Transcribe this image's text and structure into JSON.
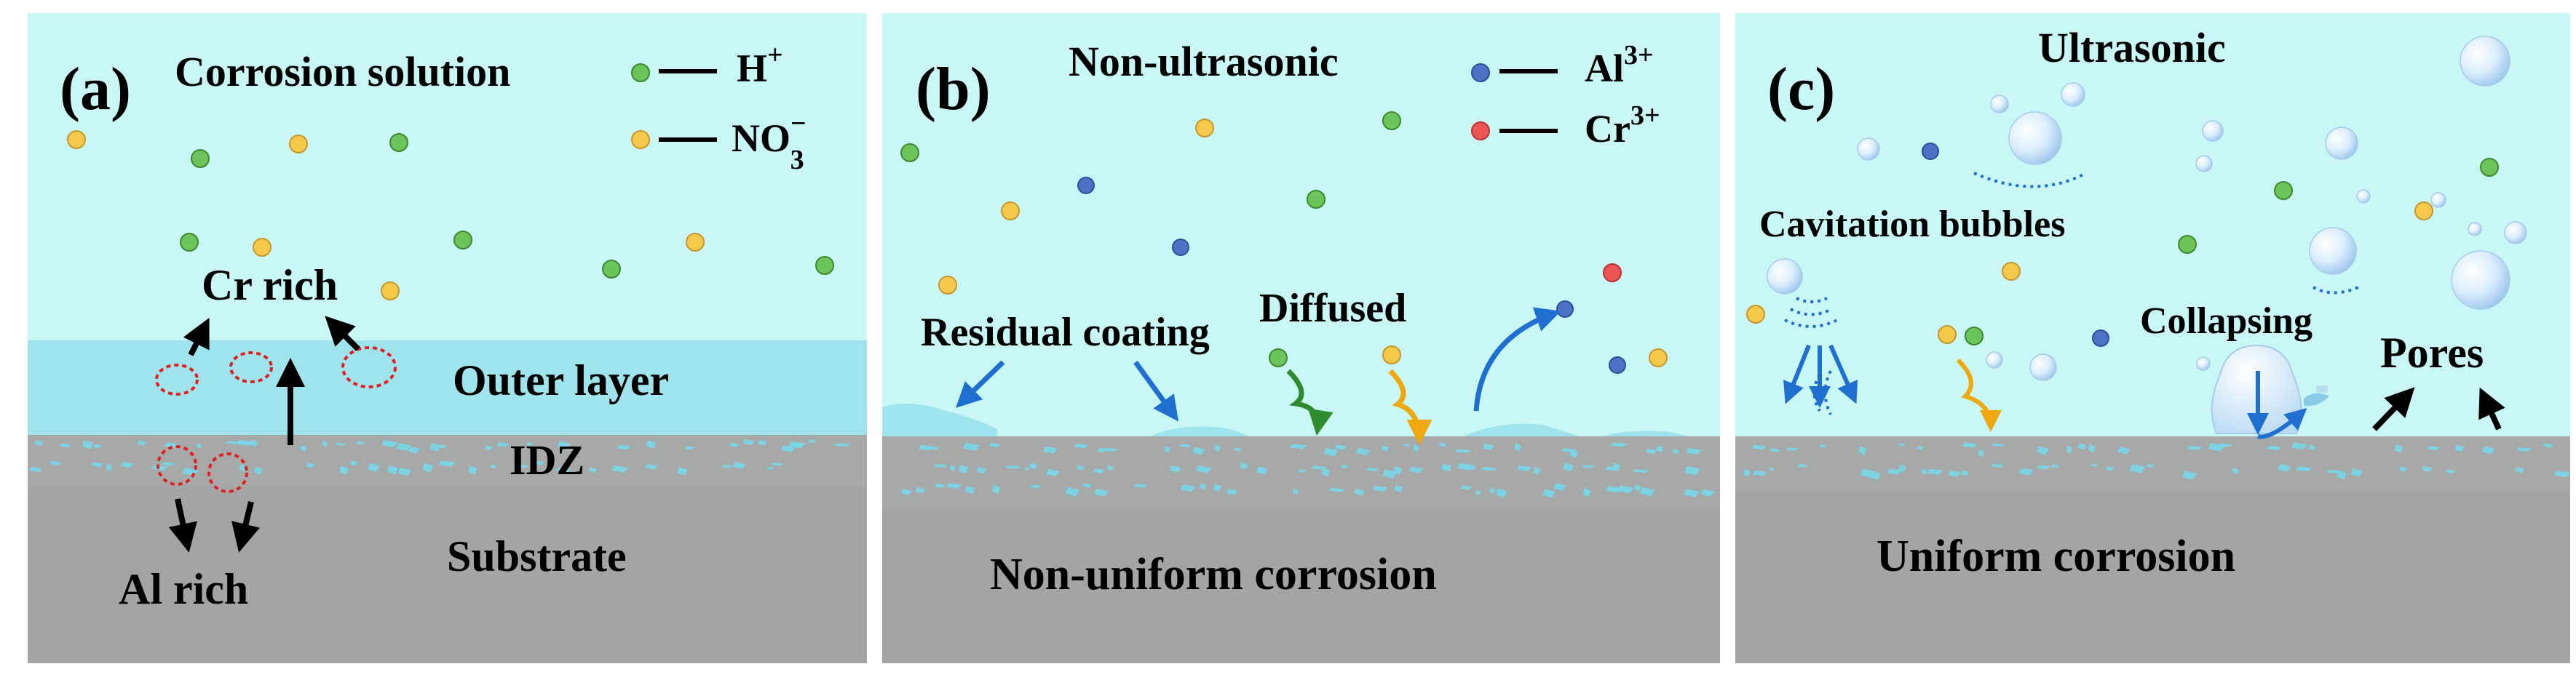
{
  "colors": {
    "solution": "#c9f7f6",
    "outer_layer": "#9fe4ec",
    "idz": "#a7a9a9",
    "substrate": "#a4a4a4",
    "fragment": "#7cd3e3",
    "green_ion": "#6dc45a",
    "yellow_ion": "#f4c94c",
    "blue_ion": "#4d72c6",
    "red_ion": "#ee5555",
    "arrow_blue": "#1f6fd0",
    "arrow_green": "#2e8b2e",
    "arrow_orange": "#f0a810"
  },
  "panel_a": {
    "label": "(a)",
    "title": "Corrosion solution",
    "legend": [
      {
        "text": "H",
        "superscript": "+",
        "subscript": ""
      },
      {
        "text": "NO",
        "superscript": "−",
        "subscript": "3"
      }
    ],
    "cr_rich": "Cr rich",
    "outer_layer": "Outer layer",
    "idz": "IDZ",
    "substrate": "Substrate",
    "al_rich": "Al rich"
  },
  "panel_b": {
    "label": "(b)",
    "title": "Non-ultrasonic",
    "legend": [
      {
        "text": "Al",
        "superscript": "3+"
      },
      {
        "text": "Cr",
        "superscript": "3+"
      }
    ],
    "residual_coating": "Residual coating",
    "diffused": "Diffused",
    "result": "Non-uniform corrosion"
  },
  "panel_c": {
    "label": "(c)",
    "title": "Ultrasonic",
    "cavitation_bubbles": "Cavitation bubbles",
    "collapsing": "Collapsing",
    "pores": "Pores",
    "result": "Uniform corrosion"
  }
}
